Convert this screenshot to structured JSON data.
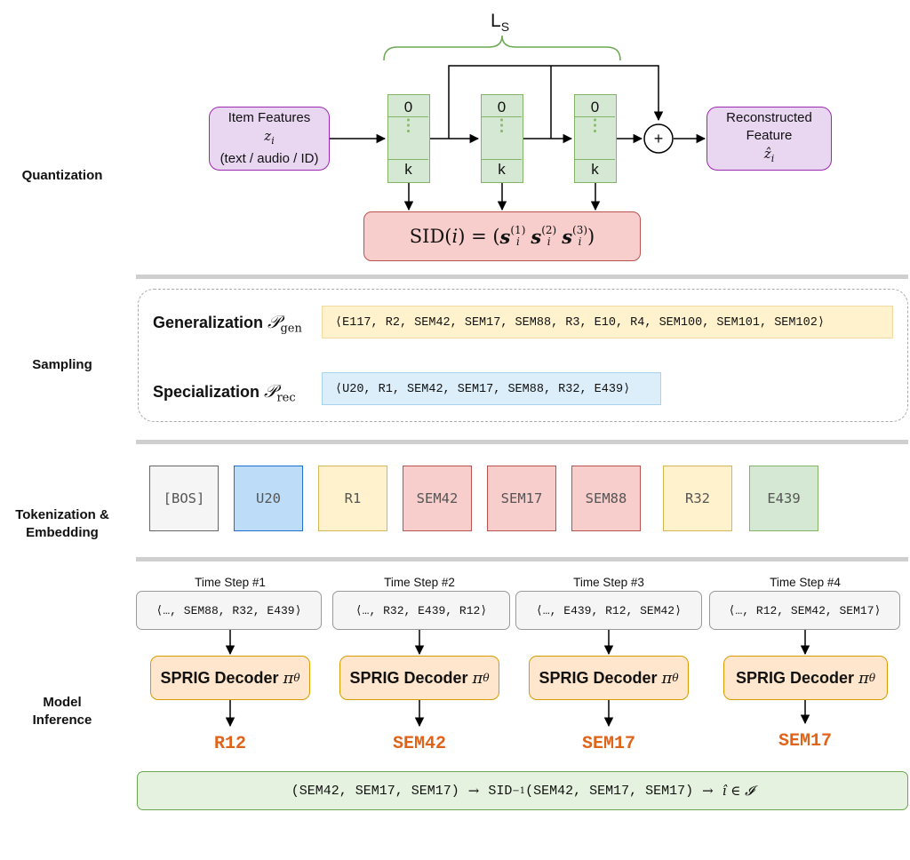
{
  "sections": {
    "quantization": "Quantization",
    "sampling": "Sampling",
    "tokenization_line1": "Tokenization &",
    "tokenization_line2": "Embedding",
    "inference_line1": "Model",
    "inference_line2": "Inference"
  },
  "quantization": {
    "ls_label": "L",
    "ls_sub": "S",
    "input": {
      "title": "Item Features",
      "var": "z",
      "var_sub": "i",
      "note": "(text / audio / ID)"
    },
    "output": {
      "title_line1": "Reconstructed",
      "title_line2": "Feature",
      "var": "ẑ",
      "var_sub": "i"
    },
    "codebooks": [
      {
        "top": "0",
        "mid": "⋮",
        "bottom": "k"
      },
      {
        "top": "0",
        "mid": "⋮",
        "bottom": "k"
      },
      {
        "top": "0",
        "mid": "⋮",
        "bottom": "k"
      }
    ],
    "plus": "+",
    "sid_formula": {
      "lhs": "SID(",
      "lhs_var": "i",
      "rhs": ") = (",
      "s": "s",
      "sub": "i",
      "sup1": "(1)",
      "sup2": "(2)",
      "sup3": "(3)",
      "close": ")"
    }
  },
  "sampling": {
    "gen_label": "Generalization ",
    "gen_sym": "𝒫",
    "gen_sub": "gen",
    "gen_seq": "⟨E117, R2, SEM42, SEM17, SEM88, R3, E10, R4, SEM100, SEM101, SEM102⟩",
    "rec_label": "Specialization ",
    "rec_sym": "𝒫",
    "rec_sub": "rec",
    "rec_seq": "⟨U20, R1, SEM42, SEM17, SEM88, R32, E439⟩"
  },
  "tokens": [
    {
      "label": "[BOS]",
      "fill": "#f5f5f5",
      "stroke": "#666666"
    },
    {
      "label": "U20",
      "fill": "#bcdcf8",
      "stroke": "#1f6fd1"
    },
    {
      "label": "R1",
      "fill": "#fff2cc",
      "stroke": "#d6b656"
    },
    {
      "label": "SEM42",
      "fill": "#f8cecc",
      "stroke": "#b85450"
    },
    {
      "label": "SEM17",
      "fill": "#f8cecc",
      "stroke": "#b85450"
    },
    {
      "label": "SEM88",
      "fill": "#f8cecc",
      "stroke": "#b85450"
    },
    {
      "label": "R32",
      "fill": "#fff2cc",
      "stroke": "#d6b656"
    },
    {
      "label": "E439",
      "fill": "#d5e8d4",
      "stroke": "#82b366"
    }
  ],
  "inference": {
    "decoder_label": "SPRIG Decoder ",
    "pi": "π",
    "theta": "θ",
    "steps": [
      {
        "title": "Time Step #1",
        "context": "⟨…, SEM88, R32, E439⟩",
        "output": "R12"
      },
      {
        "title": "Time Step #2",
        "context": "⟨…, R32, E439, R12⟩",
        "output": "SEM42"
      },
      {
        "title": "Time Step #3",
        "context": "⟨…, E439, R12, SEM42⟩",
        "output": "SEM17"
      },
      {
        "title": "Time Step #4",
        "context": "⟨…, R12, SEM42, SEM17⟩",
        "output": "SEM17"
      }
    ],
    "final": {
      "tuple": "(SEM42, SEM17, SEM17)",
      "arrow": "→",
      "sid_inv": "SID",
      "sup": "−1",
      "args": "(SEM42, SEM17, SEM17)",
      "result": "î ∈ 𝓘"
    }
  },
  "colors": {
    "purple_fill": "#e9d7f2",
    "purple_stroke": "#9c27b0",
    "green_fill": "#d5e8d4",
    "green_stroke": "#82b366",
    "red_fill": "#f8cecc",
    "red_stroke": "#b85450",
    "orange_fill": "#ffe6cc",
    "orange_stroke": "#d79b00",
    "output_text": "#e0631a"
  }
}
